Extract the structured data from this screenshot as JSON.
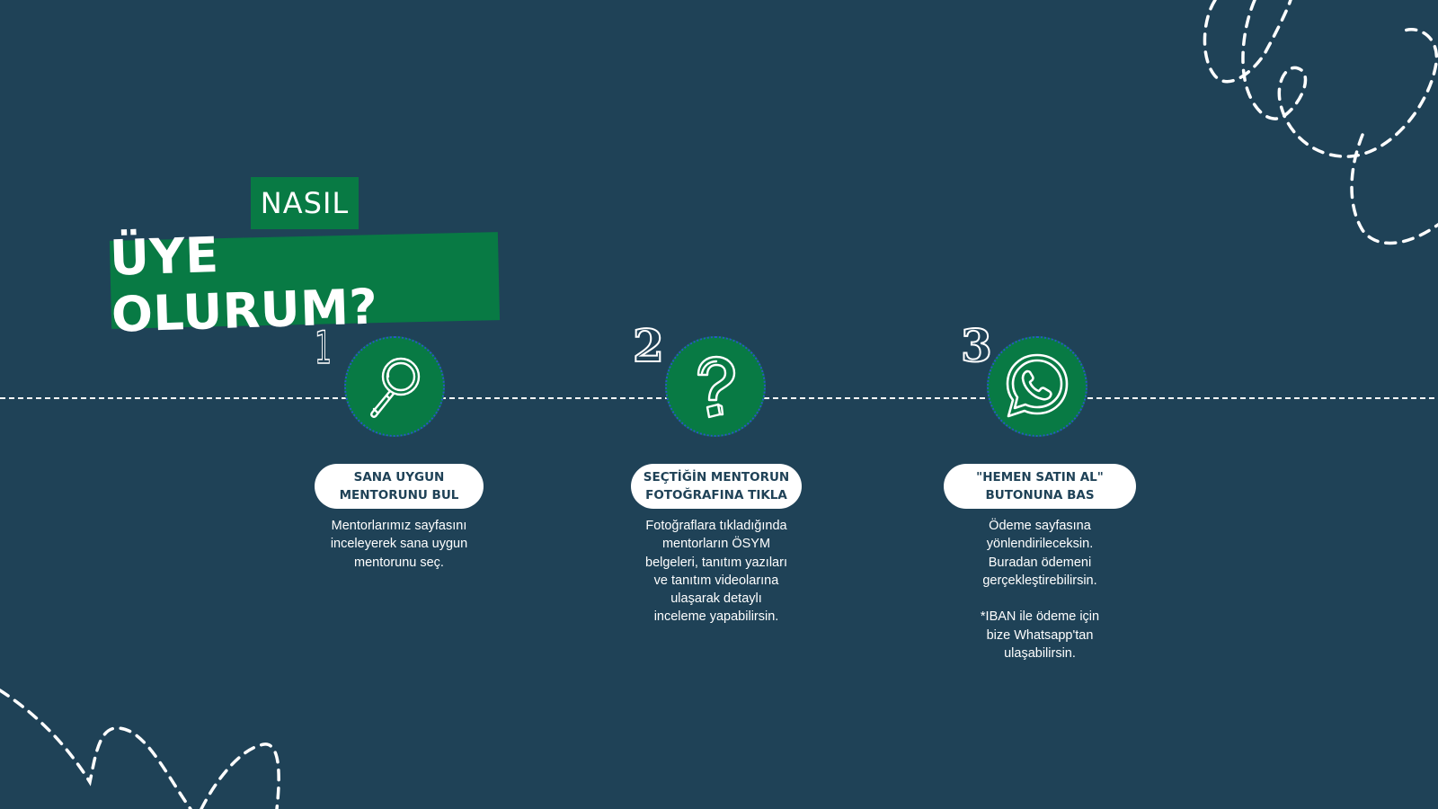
{
  "title": {
    "small": "NASIL",
    "big": "ÜYE OLURUM?"
  },
  "colors": {
    "background": "#1f4257",
    "accent_green": "#087a44",
    "pill_text": "#1f4257",
    "circle_border": "#2a56c6"
  },
  "steps": [
    {
      "number": "1",
      "icon": "magnifier-icon",
      "title_line1": "SANA UYGUN",
      "title_line2": "MENTORUNU BUL",
      "desc_lines": [
        "Mentorlarımız sayfasını",
        "inceleyerek sana uygun",
        "mentorunu seç."
      ]
    },
    {
      "number": "2",
      "icon": "question-mark-icon",
      "title_line1": "SEÇTİĞİN MENTORUN",
      "title_line2": "FOTOĞRAFINA TIKLA",
      "desc_lines": [
        "Fotoğraflara tıkladığında",
        "mentorların ÖSYM",
        "belgeleri, tanıtım yazıları",
        "ve tanıtım videolarına",
        "ulaşarak detaylı",
        "inceleme yapabilirsin."
      ]
    },
    {
      "number": "3",
      "icon": "whatsapp-icon",
      "title_line1": "\"HEMEN SATIN AL\"",
      "title_line2": "BUTONUNA BAS",
      "desc_lines": [
        "Ödeme sayfasına",
        "yönlendirileceksin.",
        "Buradan ödemeni",
        "gerçekleştirebilirsin.",
        "",
        "*IBAN ile ödeme için",
        "bize Whatsapp'tan",
        "ulaşabilirsin."
      ]
    }
  ]
}
